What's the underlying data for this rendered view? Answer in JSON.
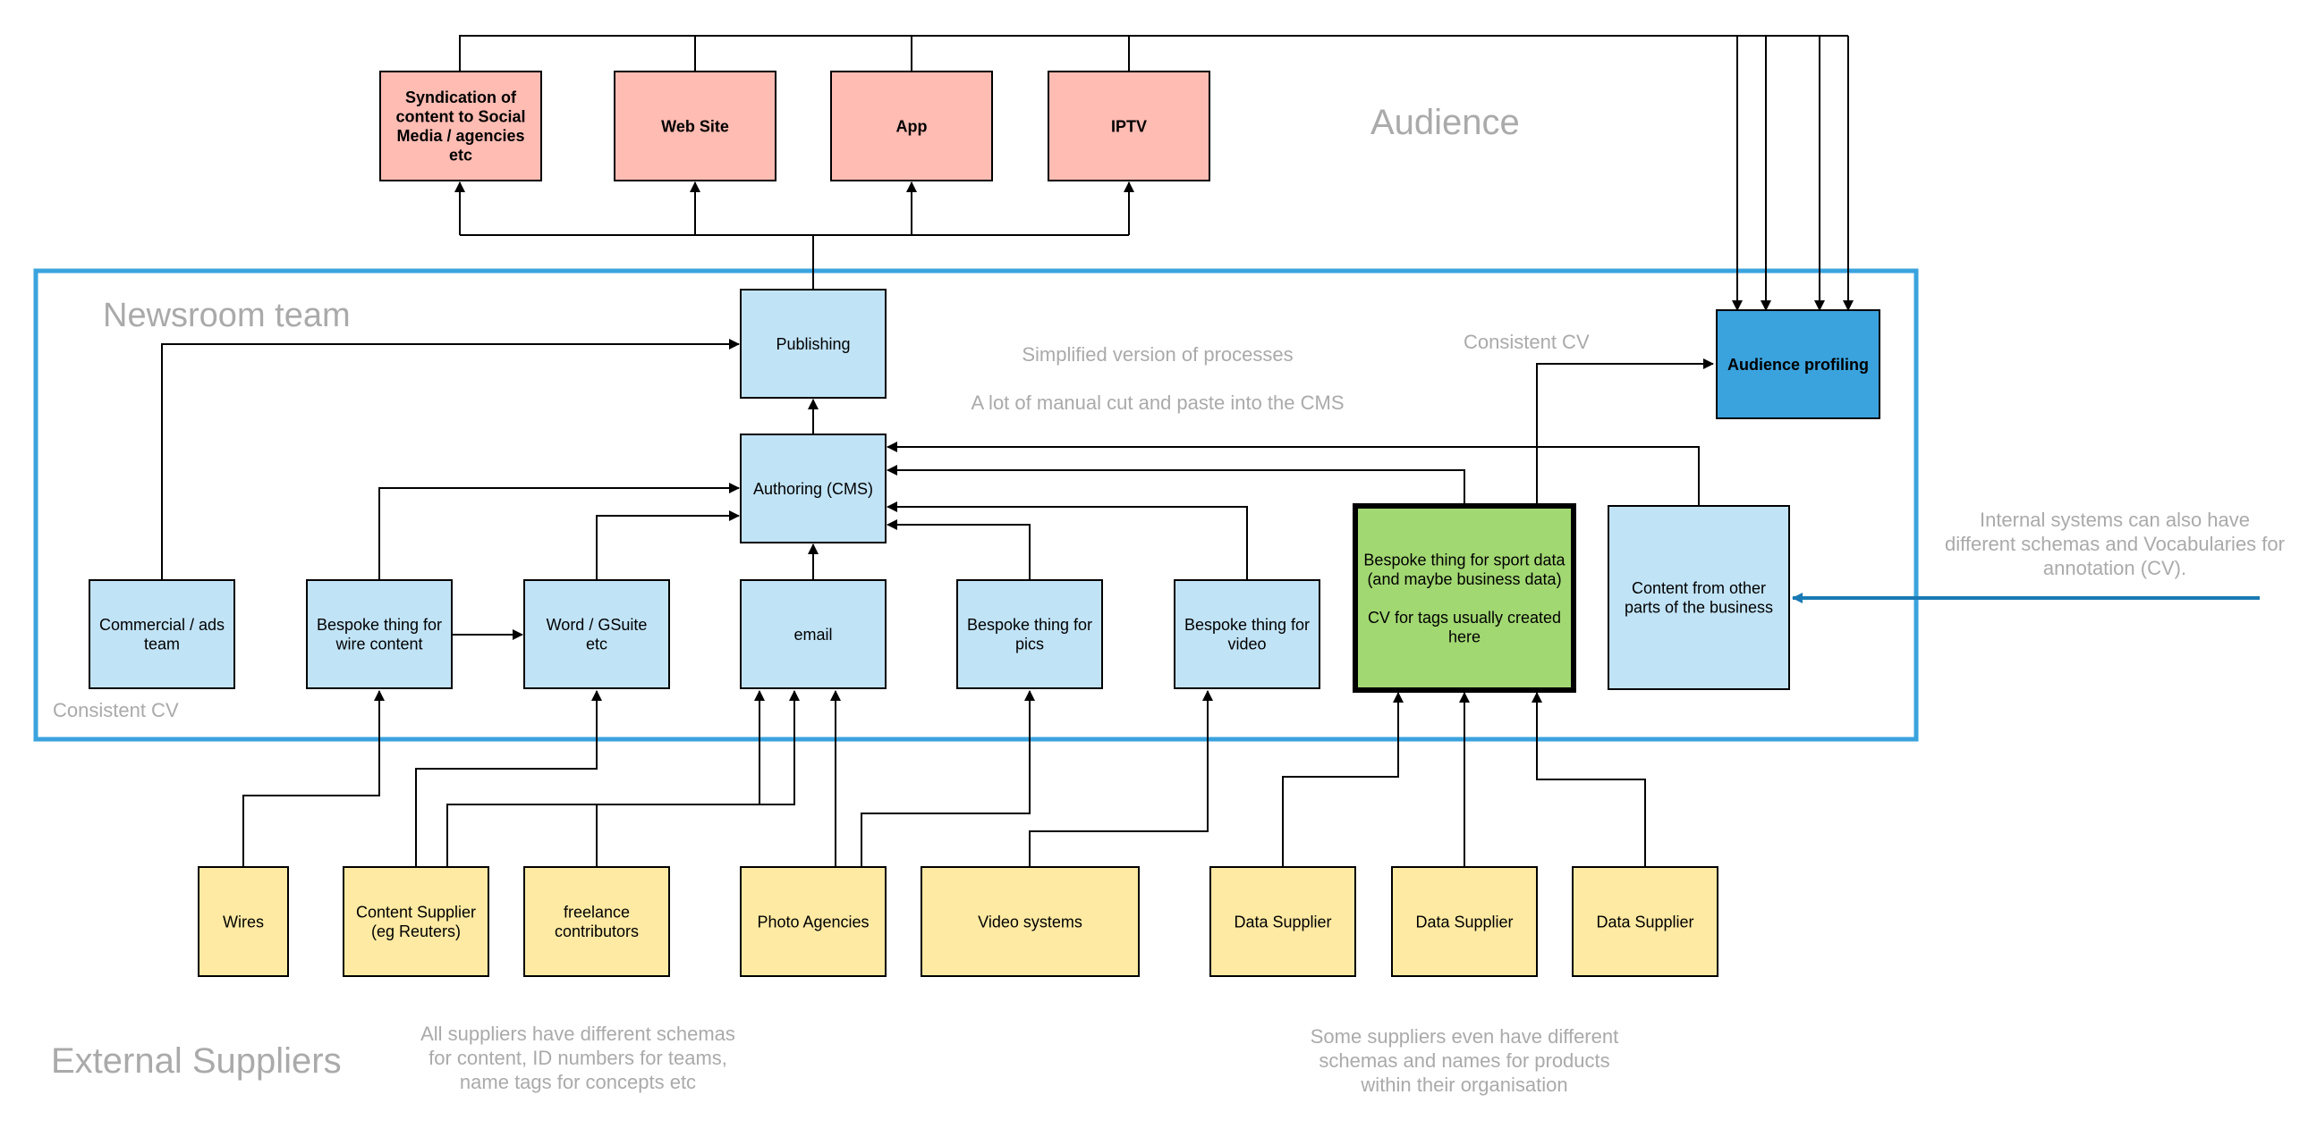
{
  "colors": {
    "audience_fill": "#ffbcb3",
    "newsroom_fill": "#c1e3f6",
    "supplier_fill": "#feeaa3",
    "sport_fill": "#a2d872",
    "profiling_fill": "#3aa3de",
    "boundary": "#3aa3de",
    "arrow": "#000000",
    "blue_arrow": "#1a7ab4",
    "label_gray": "#aaaaaa"
  },
  "labels": {
    "audience_title": "Audience",
    "newsroom_title": "Newsroom team",
    "external_title": "External Suppliers",
    "consistent_cv_top": "Consistent CV",
    "consistent_cv_bottom": "Consistent CV",
    "process_note_1": "Simplified version of processes",
    "process_note_2": "A lot of manual cut and paste into the CMS",
    "internal_note": [
      "Internal systems can also have",
      "different schemas and Vocabularies for",
      "annotation (CV)."
    ],
    "suppliers_note": [
      "All suppliers have different schemas",
      "for content, ID numbers for teams,",
      "name tags for concepts etc"
    ],
    "some_suppliers_note": [
      "Some suppliers even have different",
      "schemas and names for products",
      "within their organisation"
    ]
  },
  "nodes": {
    "syndication": [
      "Syndication of",
      "content to Social",
      "Media / agencies",
      "etc"
    ],
    "website": [
      "Web Site"
    ],
    "app": [
      "App"
    ],
    "iptv": [
      "IPTV"
    ],
    "publishing": [
      "Publishing"
    ],
    "authoring": [
      "Authoring (CMS)"
    ],
    "audience_profiling": [
      "Audience profiling"
    ],
    "commercial": [
      "Commercial / ads",
      "team"
    ],
    "wire_content": [
      "Bespoke thing for",
      "wire content"
    ],
    "word_gsuite": [
      "Word / GSuite",
      "etc"
    ],
    "email": [
      "email"
    ],
    "pics": [
      "Bespoke thing for",
      "pics"
    ],
    "video": [
      "Bespoke thing for",
      "video"
    ],
    "sport_data": [
      "Bespoke thing for sport data",
      "(and maybe business data)",
      "",
      "CV for tags usually created",
      "here"
    ],
    "other_business": [
      "Content from other",
      "parts of the business"
    ],
    "wires": [
      "Wires"
    ],
    "content_supplier": [
      "Content Supplier",
      "(eg Reuters)"
    ],
    "freelance": [
      "freelance",
      "contributors"
    ],
    "photo_agencies": [
      "Photo Agencies"
    ],
    "video_systems": [
      "Video systems"
    ],
    "data_supplier_1": [
      "Data Supplier"
    ],
    "data_supplier_2": [
      "Data Supplier"
    ],
    "data_supplier_3": [
      "Data Supplier"
    ]
  }
}
